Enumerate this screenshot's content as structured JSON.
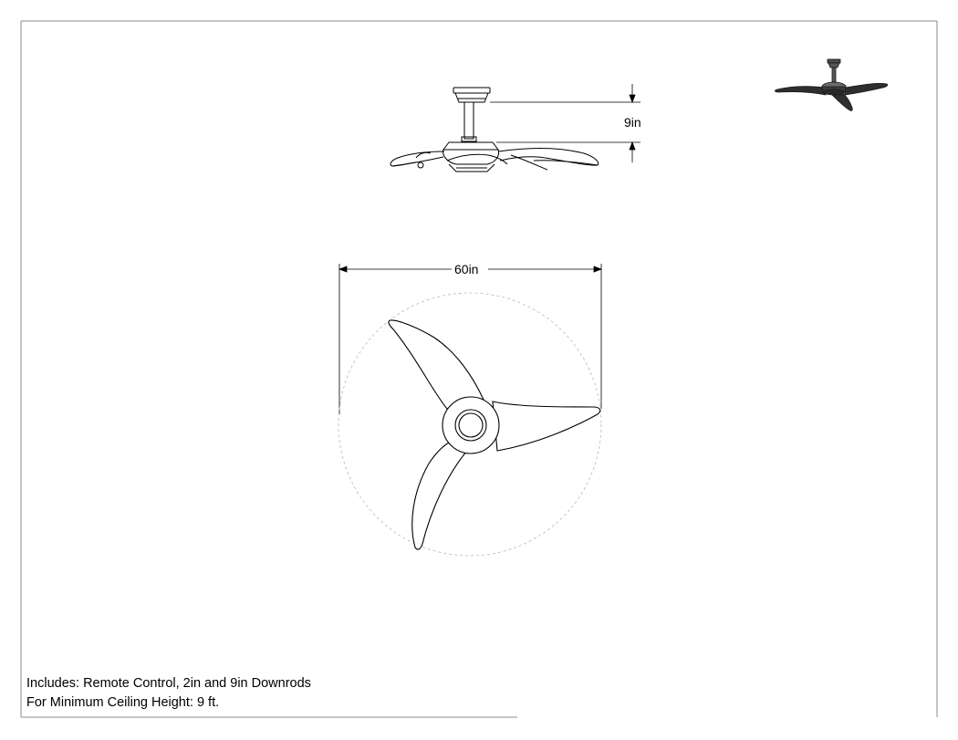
{
  "dimensions": {
    "downrod_height": "9in",
    "blade_span": "60in"
  },
  "notes": {
    "includes": "Includes: Remote Control, 2in and 9in Downrods",
    "min_ceiling": "For Minimum Ceiling Height: 9 ft."
  },
  "colors": {
    "line": "#000000",
    "frame": "#808080",
    "sweep_circle": "#b8b8b8",
    "thumbnail_fill": "#3a3a3a"
  }
}
